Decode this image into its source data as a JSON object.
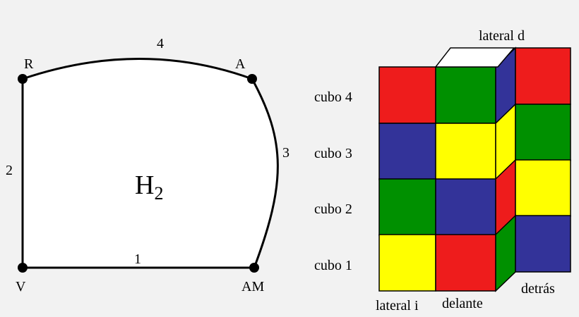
{
  "graph": {
    "face_label": "H",
    "face_subscript": "2",
    "vertices": {
      "R": "R",
      "A": "A",
      "V": "V",
      "AM": "AM"
    },
    "edges": {
      "e1": "1",
      "e2": "2",
      "e3": "3",
      "e4": "4"
    }
  },
  "cubes": {
    "row_labels": [
      "cubo 4",
      "cubo 3",
      "cubo 2",
      "cubo 1"
    ],
    "face_labels": {
      "lateral_i": "lateral i",
      "delante": "delante",
      "lateral_d": "lateral d",
      "detras": "detrás"
    },
    "colors": {
      "red": "#ee1c1c",
      "green": "#009000",
      "blue": "#333399",
      "yellow": "#ffff00"
    },
    "faces": {
      "lateral_i": [
        "red",
        "blue",
        "green",
        "yellow"
      ],
      "delante": [
        "green",
        "yellow",
        "blue",
        "red"
      ],
      "side": [
        "blue",
        "yellow",
        "red",
        "green"
      ],
      "detras": [
        "red",
        "green",
        "yellow",
        "blue"
      ]
    }
  }
}
